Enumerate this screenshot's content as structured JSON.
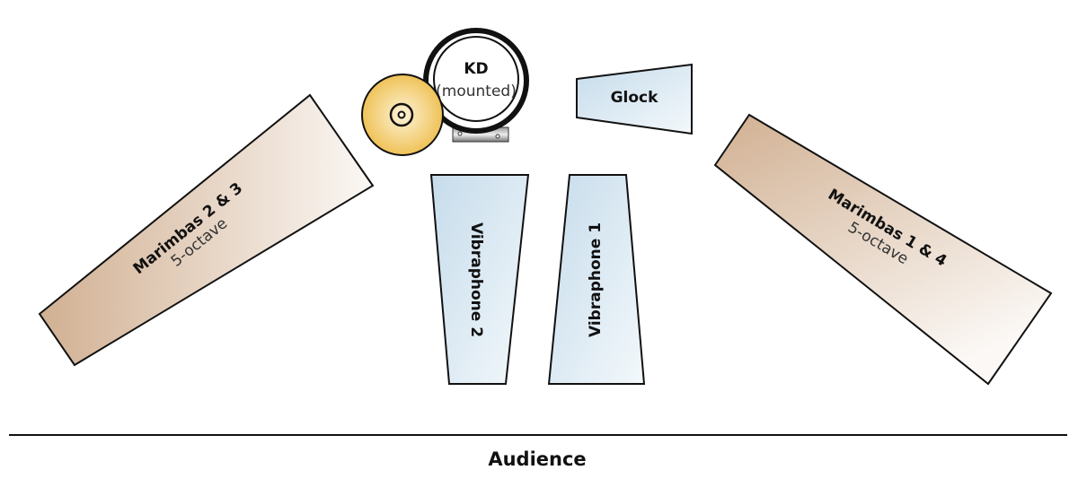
{
  "instruments": {
    "marimbas_left": {
      "label": "Marimbas 2 & 3",
      "sublabel": "5-octave"
    },
    "marimbas_right": {
      "label": "Marimbas 1 & 4",
      "sublabel": "5-octave"
    },
    "kick_drum": {
      "label": "KD",
      "sublabel": "(mounted)"
    },
    "glock": {
      "label": "Glock"
    },
    "vibraphone_2": {
      "label": "Vibraphone 2"
    },
    "vibraphone_1": {
      "label": "Vibraphone 1"
    }
  },
  "audience": {
    "label": "Audience"
  },
  "colors": {
    "marimba": "#d4b59a",
    "vibraphone": "#c9dfec",
    "cymbal": "#f0c65a",
    "outline": "#111111"
  }
}
